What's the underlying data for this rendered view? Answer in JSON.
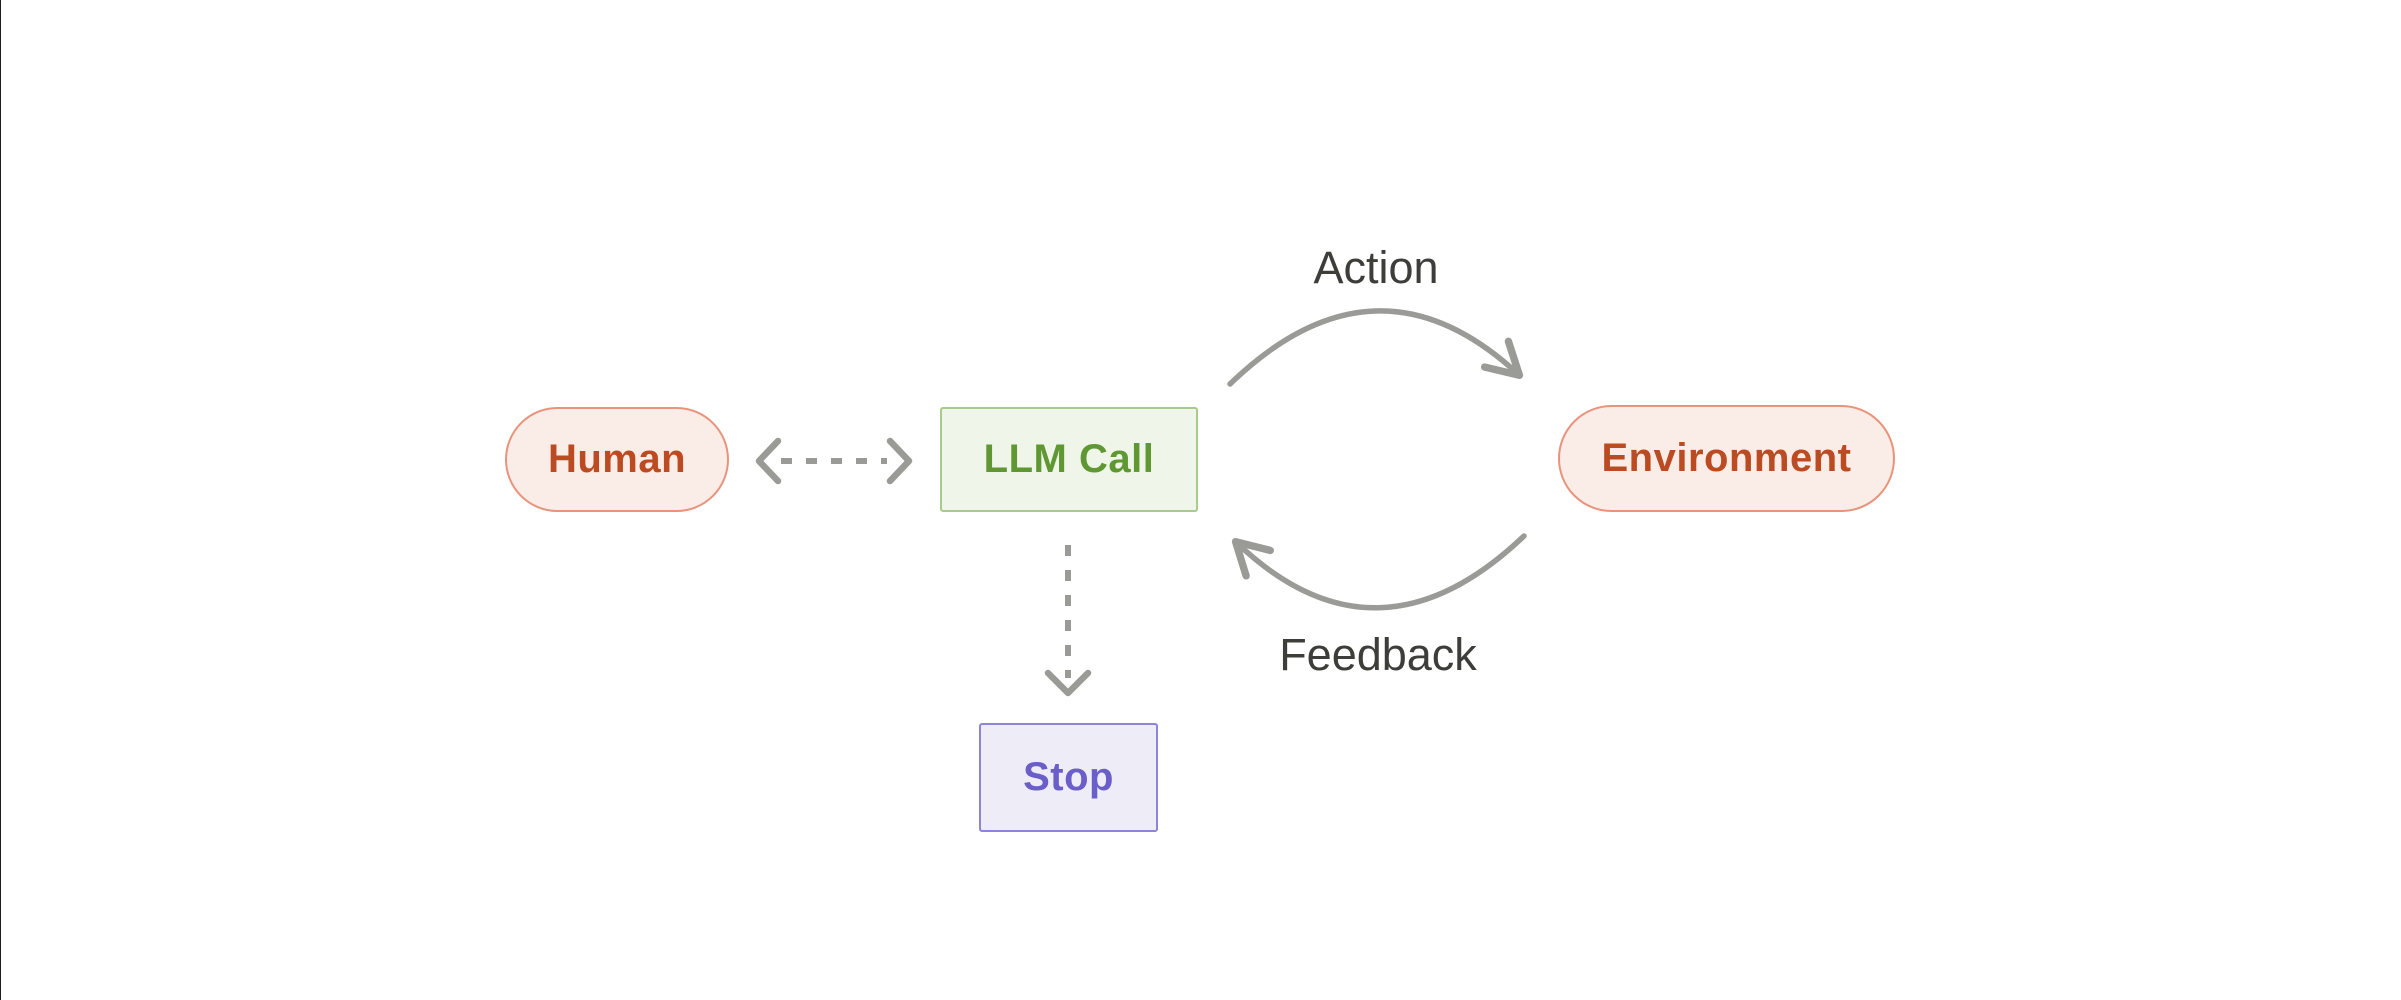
{
  "diagram": {
    "description": "Agent loop diagram: Human exchanges with LLM Call, which acts on Environment and receives feedback, or stops.",
    "nodes": {
      "human": {
        "label": "Human",
        "shape": "pill"
      },
      "llm_call": {
        "label": "LLM Call",
        "shape": "rectangle"
      },
      "environment": {
        "label": "Environment",
        "shape": "pill"
      },
      "stop": {
        "label": "Stop",
        "shape": "rectangle"
      }
    },
    "edge_labels": {
      "action": "Action",
      "feedback": "Feedback"
    },
    "edges": [
      {
        "from": "human",
        "to": "llm_call",
        "style": "dashed",
        "bidirectional": true,
        "label": ""
      },
      {
        "from": "llm_call",
        "to": "stop",
        "style": "dashed",
        "bidirectional": false,
        "label": ""
      },
      {
        "from": "llm_call",
        "to": "environment",
        "style": "solid-curved",
        "bidirectional": false,
        "label": "Action"
      },
      {
        "from": "environment",
        "to": "llm_call",
        "style": "solid-curved",
        "bidirectional": false,
        "label": "Feedback"
      }
    ]
  },
  "colors": {
    "canvas_bg": "#FFFFFF",
    "pink_node_bg": "#FAECE6",
    "pink_node_border": "#E8947C",
    "pink_node_text": "#BC4B22",
    "green_node_bg": "#EFF5E8",
    "green_node_border": "#A7CA8D",
    "green_node_text": "#5F9733",
    "purple_node_bg": "#EDECF7",
    "purple_node_border": "#8D83D8",
    "purple_node_text": "#6A5EC8",
    "arrow_gray": "#9A9A96",
    "edge_label_text": "#3D3D3A"
  }
}
